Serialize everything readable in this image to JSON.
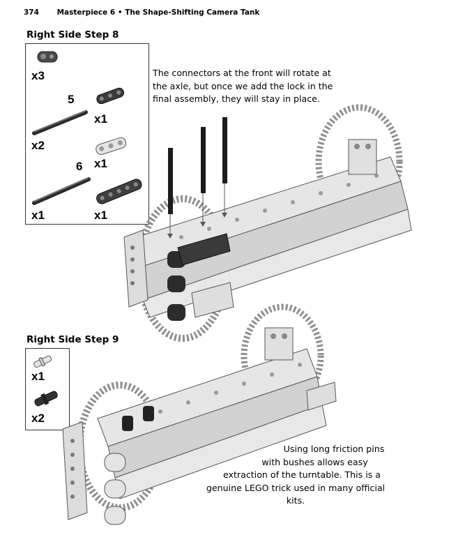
{
  "header": {
    "page_number": "374",
    "running_title": "Masterpiece 6 • The Shape-Shifting Camera Tank"
  },
  "step8": {
    "title": "Right Side Step 8",
    "parts": [
      {
        "icon": "connector-icon",
        "qty": "x3"
      },
      {
        "icon": "beam-3-dark-icon",
        "qty": "x1"
      },
      {
        "icon": "axle-5-icon",
        "length": "5",
        "qty": "x2"
      },
      {
        "icon": "beam-3-light-icon",
        "qty": "x1"
      },
      {
        "icon": "axle-6-icon",
        "length": "6",
        "qty": "x1"
      },
      {
        "icon": "beam-5-dark-icon",
        "qty": "x1"
      }
    ],
    "caption": [
      "The connectors at the front will rotate at",
      "the axle, but once we add the lock in the",
      "final assembly, they will stay in place."
    ]
  },
  "step9": {
    "title": "Right Side Step 9",
    "parts": [
      {
        "icon": "friction-pin-light-icon",
        "qty": "x1"
      },
      {
        "icon": "long-friction-pin-bush-icon",
        "qty": "x2"
      }
    ],
    "caption": [
      "Using long friction pins",
      "with bushes allows easy",
      "extraction of the turntable. This is a",
      "genuine LEGO trick used in many official kits."
    ]
  }
}
